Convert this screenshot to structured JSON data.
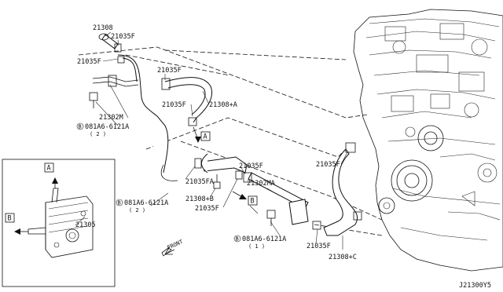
{
  "part_labels": {
    "p21308": "21308",
    "p21035F_a": "21035F",
    "p21035F_b": "21035F",
    "p21035F_c": "21035F",
    "p21035F_d": "21035F",
    "p21035F_e": "21035F",
    "p21035F_f": "21035F",
    "p21035F_g": "21035F",
    "p21035F_h": "21035F",
    "p21308A": "21308+A",
    "p21302M": "21302M",
    "p21035FA": "21035FA",
    "p21308B": "21308+B",
    "p21302MA": "21302MA",
    "p21308C": "21308+C",
    "p21305": "21305"
  },
  "bolt_callouts": [
    {
      "code": "081A6-6121A",
      "qty": "( 2 )"
    },
    {
      "code": "081A6-6121A",
      "qty": "( 2 )"
    },
    {
      "code": "081A6-6121A",
      "qty": "( 1 )"
    }
  ],
  "bolt_symbol": "B",
  "ref_markers": {
    "a": "A",
    "b": "B"
  },
  "direction_label": "FRONT",
  "diagram_code": "J21300Y5"
}
